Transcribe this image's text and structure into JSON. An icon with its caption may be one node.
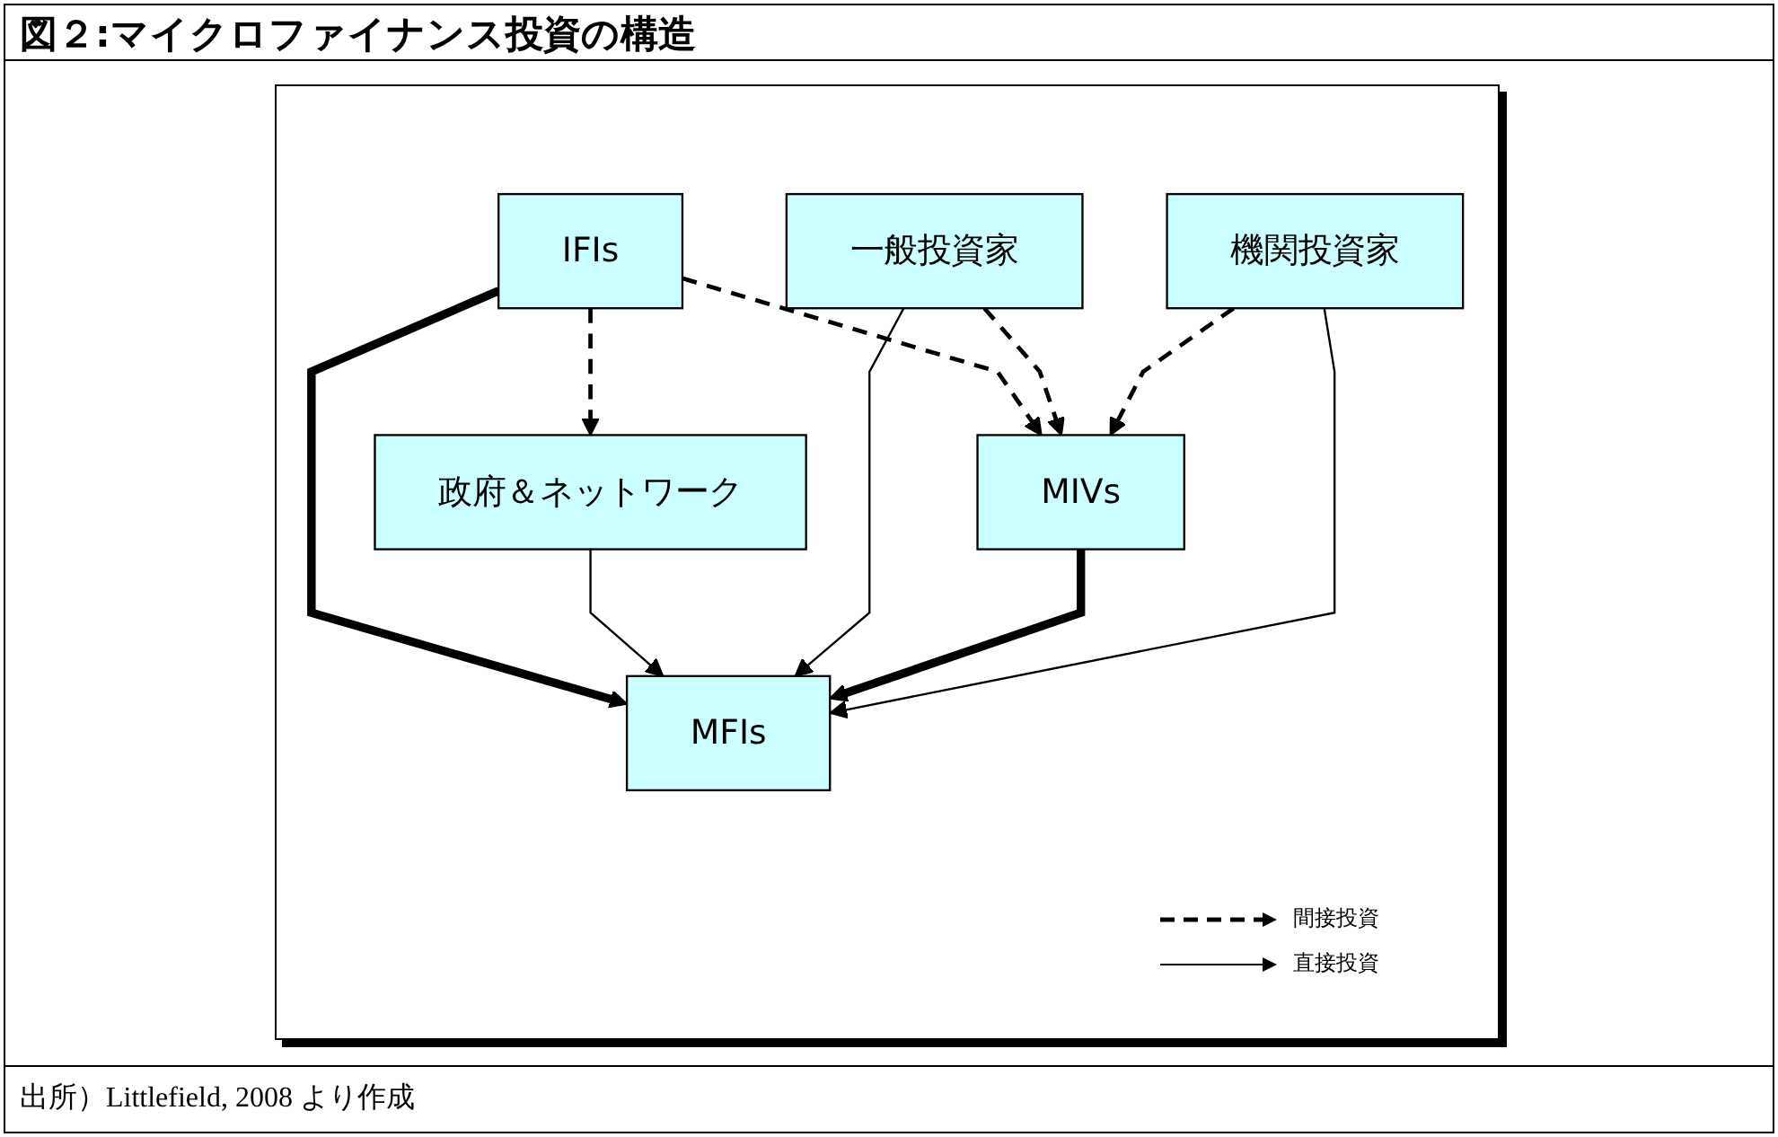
{
  "diagram": {
    "title": "図２:マイクロファイナンス投資の構造",
    "caption": "出所）Littlefield, 2008 より作成",
    "nodes": [
      {
        "text": [
          "IFIs"
        ]
      },
      {
        "text": [
          "一般投資家"
        ]
      },
      {
        "text": [
          "機関投資家"
        ]
      },
      {
        "text": [
          "政府＆ネットワーク"
        ]
      },
      {
        "text": [
          "MIVs"
        ]
      },
      {
        "text": [
          "MFIs"
        ]
      }
    ],
    "edges": [
      {
        "from": 0,
        "to": 3,
        "arrow": "to",
        "style": "dashed"
      },
      {
        "from": 0,
        "to": 4,
        "arrow": "to",
        "style": "dashed"
      },
      {
        "from": 1,
        "to": 4,
        "arrow": "to",
        "style": "dashed"
      },
      {
        "from": 2,
        "to": 4,
        "arrow": "to",
        "style": "dashed"
      },
      {
        "from": 0,
        "to": 5,
        "arrow": "to",
        "style": "thick"
      },
      {
        "from": 3,
        "to": 5,
        "arrow": "to"
      },
      {
        "from": 1,
        "to": 5,
        "arrow": "to"
      },
      {
        "from": 4,
        "to": 5,
        "arrow": "to",
        "style": "thick"
      },
      {
        "from": 2,
        "to": 5,
        "arrow": "to"
      }
    ],
    "legend": [
      {
        "text": "間接投資"
      },
      {
        "text": "直接投資"
      }
    ]
  }
}
